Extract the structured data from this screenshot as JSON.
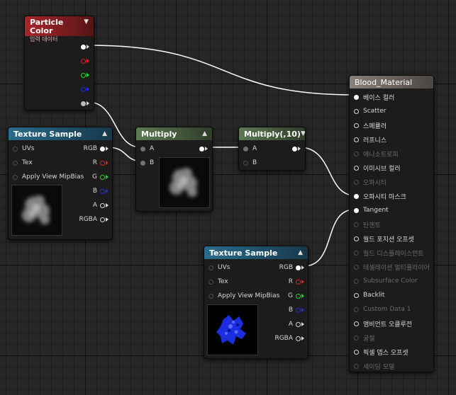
{
  "colors": {
    "canvas": "#262626",
    "wire": "#ffffff",
    "pin_r": "#e01f1f",
    "pin_g": "#1fd61f",
    "pin_b": "#1f2fe0",
    "header_blue": "#2a6c8c",
    "header_green": "#5d7a52",
    "header_gray": "#8a817a",
    "header_red": "#a8262b"
  },
  "particle_color": {
    "title": "Particle Color",
    "subtitle": "입력 데이터"
  },
  "texture_sample_1": {
    "title": "Texture Sample",
    "inputs": [
      "UVs",
      "Tex",
      "Apply View MipBias"
    ],
    "outputs": [
      "RGB",
      "R",
      "G",
      "B",
      "A",
      "RGBA"
    ]
  },
  "multiply": {
    "title": "Multiply",
    "inputs": [
      "A",
      "B"
    ]
  },
  "multiply10": {
    "title": "Multiply(,10)",
    "inputs": [
      "A",
      "B"
    ]
  },
  "texture_sample_2": {
    "title": "Texture Sample",
    "inputs": [
      "UVs",
      "Tex",
      "Apply View MipBias"
    ],
    "outputs": [
      "RGB",
      "R",
      "G",
      "B",
      "A",
      "RGBA"
    ]
  },
  "blood_material": {
    "title": "Blood_Material",
    "pins": [
      "베이스 컬러",
      "Scatter",
      "스페큘러",
      "러프니스",
      "애니소트로피",
      "이미시브 컬러",
      "오파시티",
      "오파시티 마스크",
      "Tangent",
      "탄젠트",
      "월드 포지션 오프셋",
      "월드 디스플레이스먼트",
      "테셀레이션 멀티플라이어",
      "Subsurface Color",
      "Backlit",
      "Custom Data 1",
      "앰비언트 오클루전",
      "굴절",
      "픽셀 뎁스 오프셋",
      "셰이딩 모델"
    ]
  }
}
